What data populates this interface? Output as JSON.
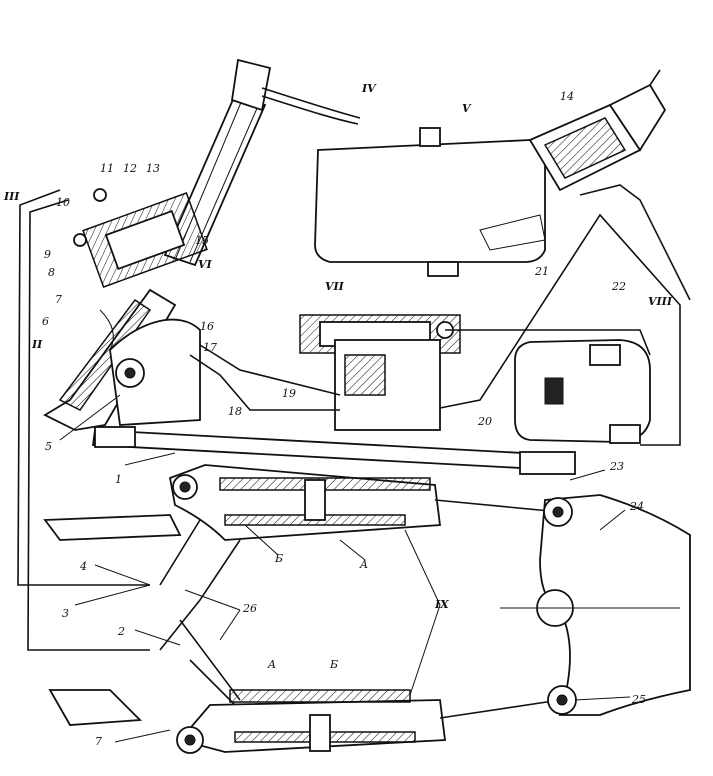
{
  "labels": {
    "n1": "1",
    "n2": "2",
    "n3": "3",
    "n4": "4",
    "n5": "5",
    "n6": "6",
    "n7": "7",
    "n8": "8",
    "n9": "9",
    "n10": "10",
    "n11": "11",
    "n12": "12",
    "n13": "13",
    "n15": "15",
    "n16": "16",
    "n17": "17",
    "n18": "18",
    "n19": "19",
    "n20": "20",
    "n21": "21",
    "n22": "22",
    "n23": "23",
    "n24": "24",
    "n25": "25",
    "n26": "26",
    "n14": "14",
    "n7b": "7",
    "A1": "A",
    "A2": "A",
    "B1": "Б",
    "B2": "Б"
  },
  "roman": {
    "r2": "II",
    "r3": "III",
    "r4": "IV",
    "r5": "V",
    "r6": "VI",
    "r7": "VII",
    "r8": "VIII",
    "r9": "IX"
  },
  "colors": {
    "ink": "#111111",
    "paper": "#ffffff"
  }
}
